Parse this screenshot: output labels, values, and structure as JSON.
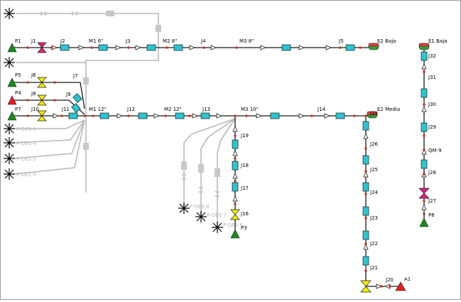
{
  "colors": {
    "pipe": "#1a1a1a",
    "dim": "#b9b9b9",
    "junction": "#c0392b",
    "pump": "#2ec4cf",
    "valve_open": "#f4f000",
    "valve_closed": "#e0217a",
    "reservoir_green": "#1c8a1c",
    "reservoir_red": "#e02020",
    "tank_green": "#3a9a3a",
    "tank_red": "#e64040"
  },
  "labels": {
    "P1": "P1",
    "J1": "J1",
    "J2": "J2",
    "M1_6": "M1 6\"",
    "J3": "J3",
    "M2_8": "M2 8\"",
    "J4": "J4",
    "M3_8": "M3 8\"",
    "J5": "J5",
    "E2_Baja": "E2 Baja",
    "E1_Baja": "E1 Baja",
    "P5": "P5",
    "J6": "J6",
    "J7": "J7",
    "P4": "P4",
    "J8": "J8",
    "J9": "J9",
    "P7": "P7",
    "J10": "J10",
    "J11": "J11",
    "M1_12": "M1 12\"",
    "J12": "J12",
    "M2_12": "M2 12\"",
    "J13": "J13",
    "M3_10": "M3 10\"",
    "J14": "J14",
    "J15": "J15",
    "E2_Media": "E2 Media",
    "J19": "J19",
    "J18": "J18",
    "J17": "J17",
    "J16": "J16",
    "P3": "P3",
    "J26": "J26",
    "J25": "J25",
    "J24": "J24",
    "J23": "J23",
    "J22": "J22",
    "J21": "J21",
    "J20": "J20",
    "A1": "A1",
    "J32": "J32",
    "J31": "J31",
    "J30": "J30",
    "J29": "J29",
    "QM9": "QM-9",
    "J28": "J28",
    "J27": "J27",
    "P8": "P8"
  },
  "dimmed_labels": {
    "pdes_1": "P-DES-8",
    "pdes_2": "P-DES-4",
    "pdes_3": "P-DES-3",
    "pdes_4": "P-DES-9",
    "pdes_5": "P-DES-8",
    "pdes_6": "P-DES-7",
    "pdes_7": "P-DES-6"
  }
}
